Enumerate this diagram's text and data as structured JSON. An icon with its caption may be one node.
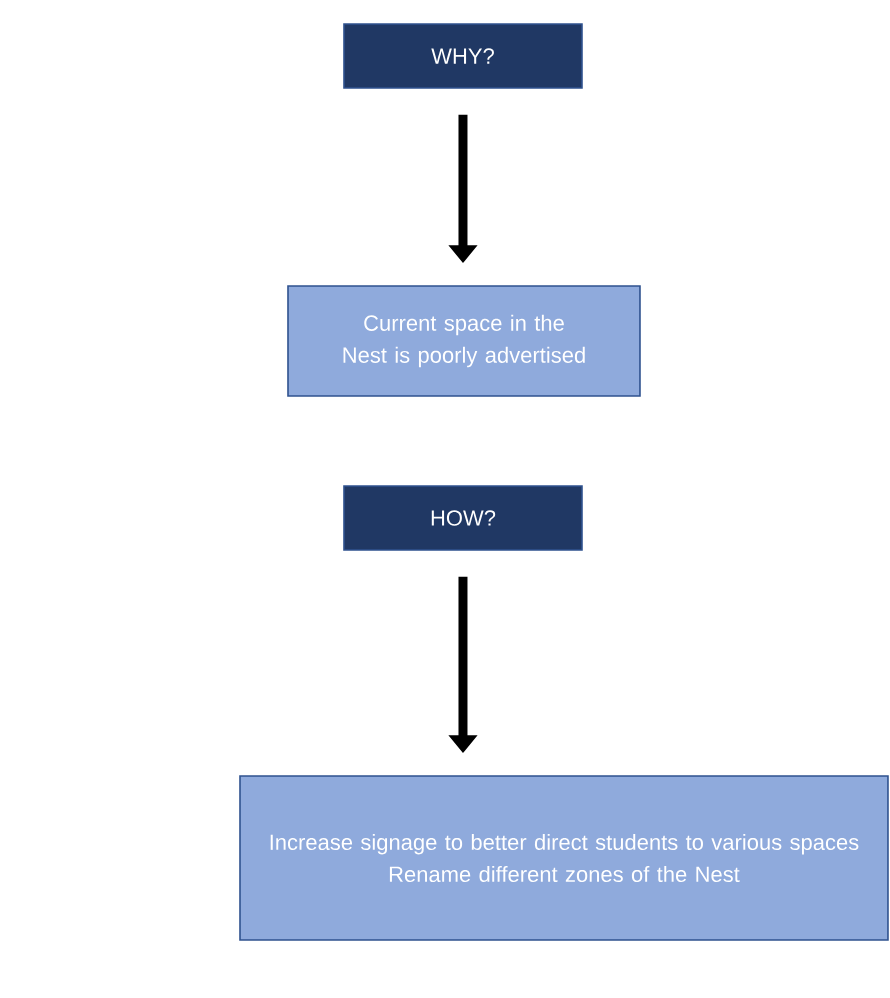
{
  "diagram": {
    "nodes": [
      {
        "text": [
          "WHY?"
        ]
      },
      {
        "text": [
          "Current space in the Nest is poorly advertised"
        ]
      },
      {
        "text": [
          "HOW?"
        ]
      },
      {
        "text": [
          "Increase signage to better direct students to various spaces",
          "Rename different zones of the Nest"
        ]
      }
    ],
    "edges": [
      {
        "from": 0,
        "to": 1,
        "arrow": "to"
      },
      {
        "from": 2,
        "to": 3,
        "arrow": "to"
      }
    ]
  }
}
